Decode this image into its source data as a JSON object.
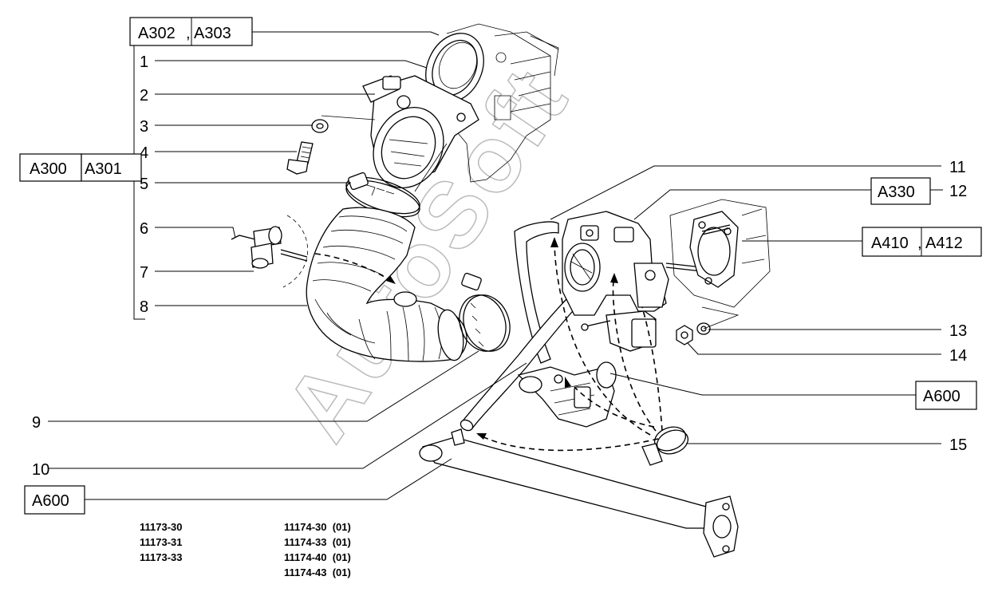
{
  "watermark": "AutoSoft",
  "part_numbers": [
    "1",
    "2",
    "3",
    "4",
    "5",
    "6",
    "7",
    "8",
    "9",
    "10",
    "11",
    "12",
    "13",
    "14",
    "15"
  ],
  "refs": {
    "a302": "A302",
    "a303": "A303",
    "a300": "A300",
    "a301": "A301",
    "a330": "A330",
    "a410": "A410",
    "a412": "A412",
    "a600_right": "A600",
    "a600_left": "A600"
  },
  "comma": ",",
  "codes_left": [
    "11173-30",
    "11173-31",
    "11173-33"
  ],
  "codes_right": [
    "11174-30  (01)",
    "11174-33  (01)",
    "11174-40  (01)",
    "11174-43  (01)"
  ]
}
